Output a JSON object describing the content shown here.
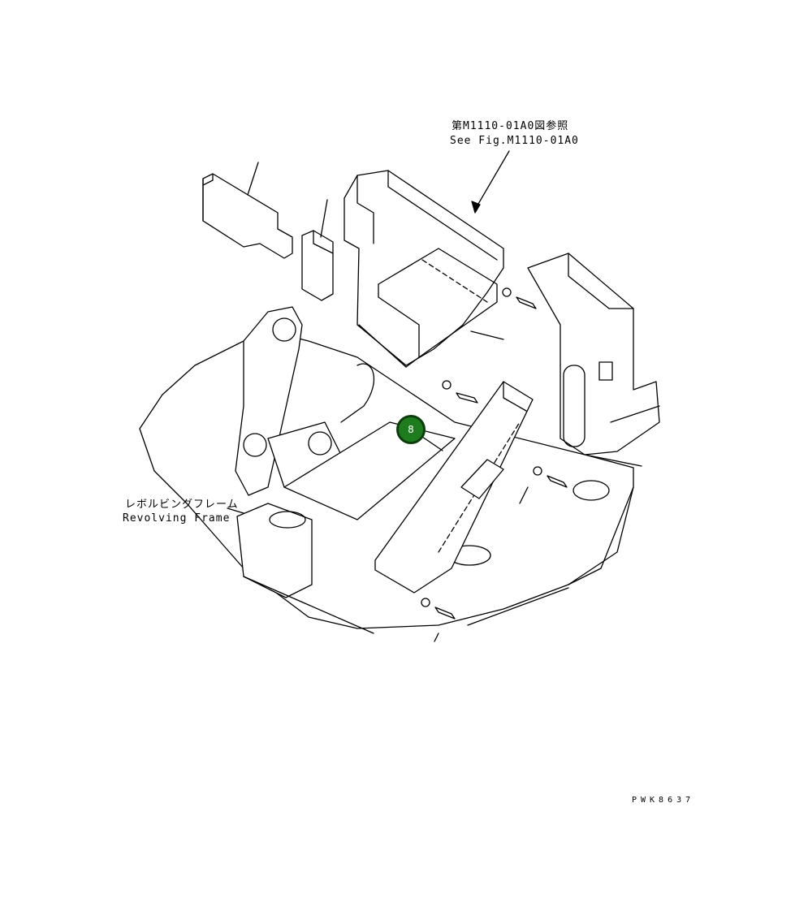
{
  "labels": {
    "see_fig_jp": "第M1110-01A0図参照",
    "see_fig_en": "See Fig.M1110-01A0",
    "frame_jp": "レボルビングフレーム",
    "frame_en": "Revolving Frame",
    "drawing_code": "PWK8637"
  },
  "callouts": [
    {
      "number": "8",
      "color": "#1e7b1e"
    }
  ]
}
